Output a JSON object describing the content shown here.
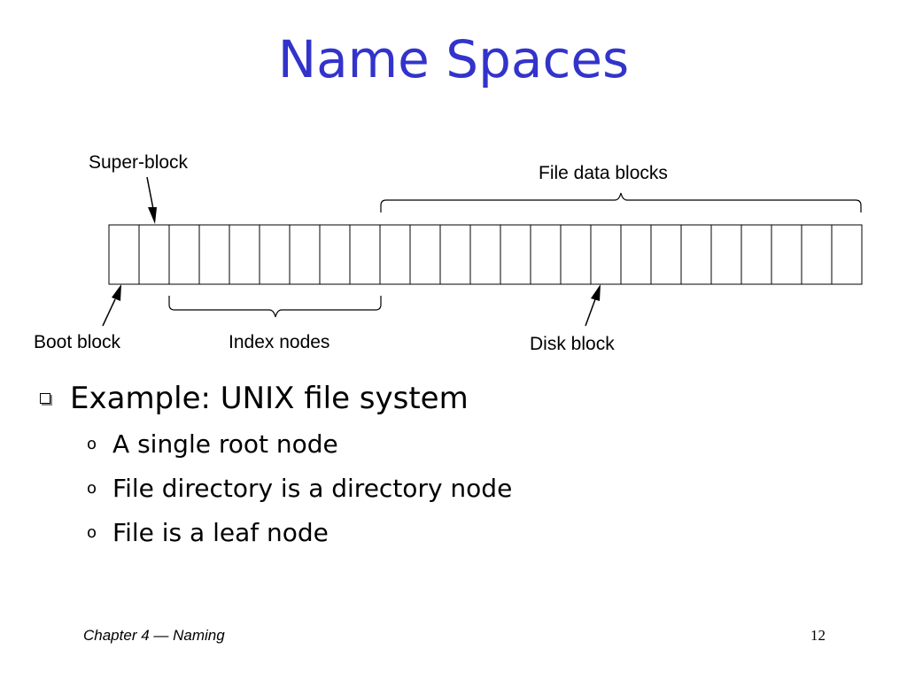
{
  "slide": {
    "title": "Name Spaces"
  },
  "diagram": {
    "labels": {
      "super_block": "Super-block",
      "file_data_blocks": "File data blocks",
      "boot_block": "Boot block",
      "index_nodes": "Index nodes",
      "disk_block": "Disk block"
    },
    "block_count": 25
  },
  "bullets": {
    "main": "Example: UNIX file system",
    "sub_marker": "o",
    "items": [
      "A single root node",
      "File directory is a directory node",
      "File is a leaf node"
    ]
  },
  "footer": {
    "chapter": "Chapter 4",
    "dash": "—",
    "topic": "Naming",
    "page_number": "12"
  }
}
